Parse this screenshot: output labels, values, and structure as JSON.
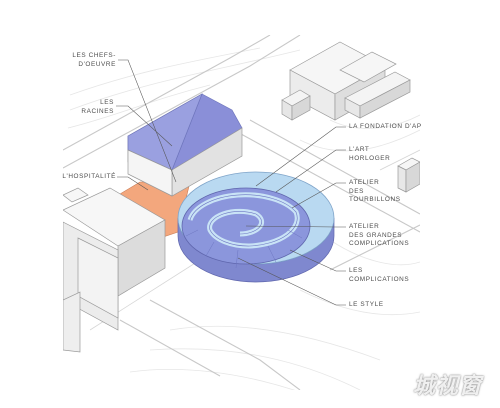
{
  "labels": {
    "chefs_doeuvre": "LES CHEFS-\nD'OEUVRE",
    "racines": "LES\nRACINES",
    "hospitalite": "L'HOSPITALITÉ",
    "fondation": "LA FONDATION D'AP",
    "art_horloger": "L'ART\nHORLOGER",
    "atelier_tourbillons": "ATELIER\nDES\nTOURBILLONS",
    "atelier_grandes_complications": "ATELIER\nDES GRANDES\nCOMPLICATIONS",
    "complications": "LES\nCOMPLICATIONS",
    "style": "LE STYLE"
  },
  "watermark": "城视窗",
  "colors": {
    "museum_outer": "#b9d9f1",
    "museum_spiral": "#8b96dc",
    "museum_wall": "#7f88cf",
    "house_roof": "#8a8fd8",
    "hospitalite": "#f3a77d",
    "building_white": "#f4f4f4",
    "building_shadow": "#dadada",
    "leader_line": "#555555"
  }
}
